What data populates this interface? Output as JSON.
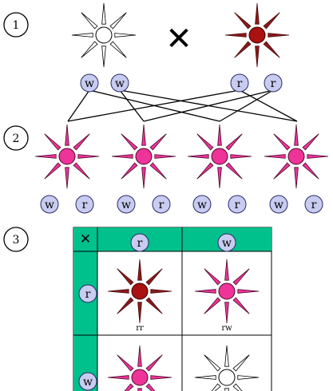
{
  "steps": [
    {
      "number": "1"
    },
    {
      "number": "2"
    },
    {
      "number": "3"
    }
  ],
  "cross_symbol": "✕",
  "colors": {
    "white_flower": "#ffffff",
    "white_outline": "#000000",
    "red_flower": "#aa1111",
    "pink_flower": "#ee3399",
    "dark_ray": "#8b1a1a",
    "pink_ray": "#ee3399",
    "allele_fill": "#c8ccf0",
    "allele_stroke": "#2a2a6a",
    "grid_header": "#00c08b",
    "line": "#000000"
  },
  "parents": {
    "white": {
      "type": "white",
      "alleles": [
        "w",
        "w"
      ]
    },
    "red": {
      "type": "red",
      "alleles": [
        "r",
        "r"
      ]
    }
  },
  "offspring": [
    {
      "type": "pink",
      "alleles": [
        "w",
        "r"
      ]
    },
    {
      "type": "pink",
      "alleles": [
        "w",
        "r"
      ]
    },
    {
      "type": "pink",
      "alleles": [
        "w",
        "r"
      ]
    },
    {
      "type": "pink",
      "alleles": [
        "w",
        "r"
      ]
    }
  ],
  "punnett": {
    "corner_symbol": "✕",
    "col_alleles": [
      "r",
      "w"
    ],
    "row_alleles": [
      "r",
      "w"
    ],
    "cells": [
      {
        "type": "red",
        "genotype": "rr"
      },
      {
        "type": "pink",
        "genotype": "rw"
      },
      {
        "type": "pink",
        "genotype": ""
      },
      {
        "type": "white",
        "genotype": ""
      }
    ]
  }
}
